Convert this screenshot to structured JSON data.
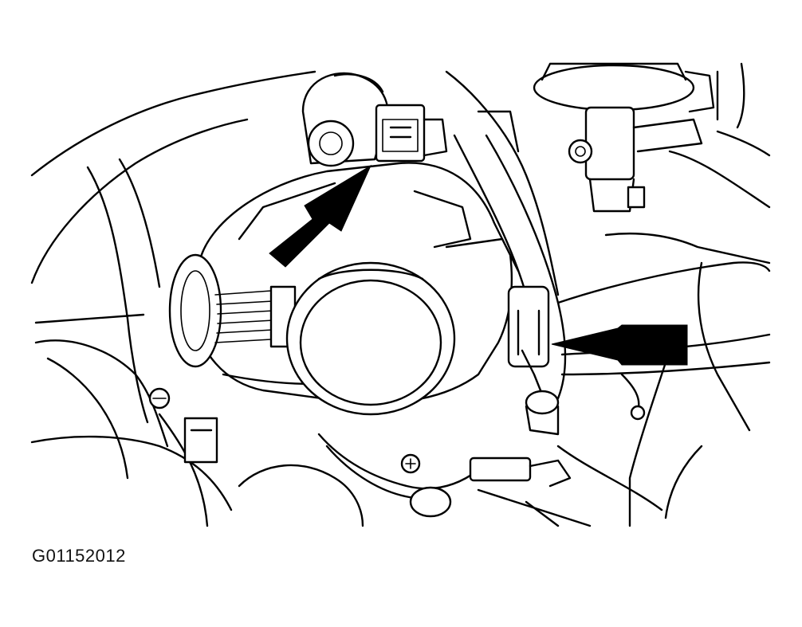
{
  "figure": {
    "reference_code": "G01152012",
    "colors": {
      "line": "#000000",
      "background": "#ffffff"
    },
    "callouts": [
      {
        "name": "upper-connector-arrow",
        "target": "throttle-position-sensor-connector"
      },
      {
        "name": "right-connector-arrow",
        "target": "idle-air-control-connector"
      }
    ]
  }
}
